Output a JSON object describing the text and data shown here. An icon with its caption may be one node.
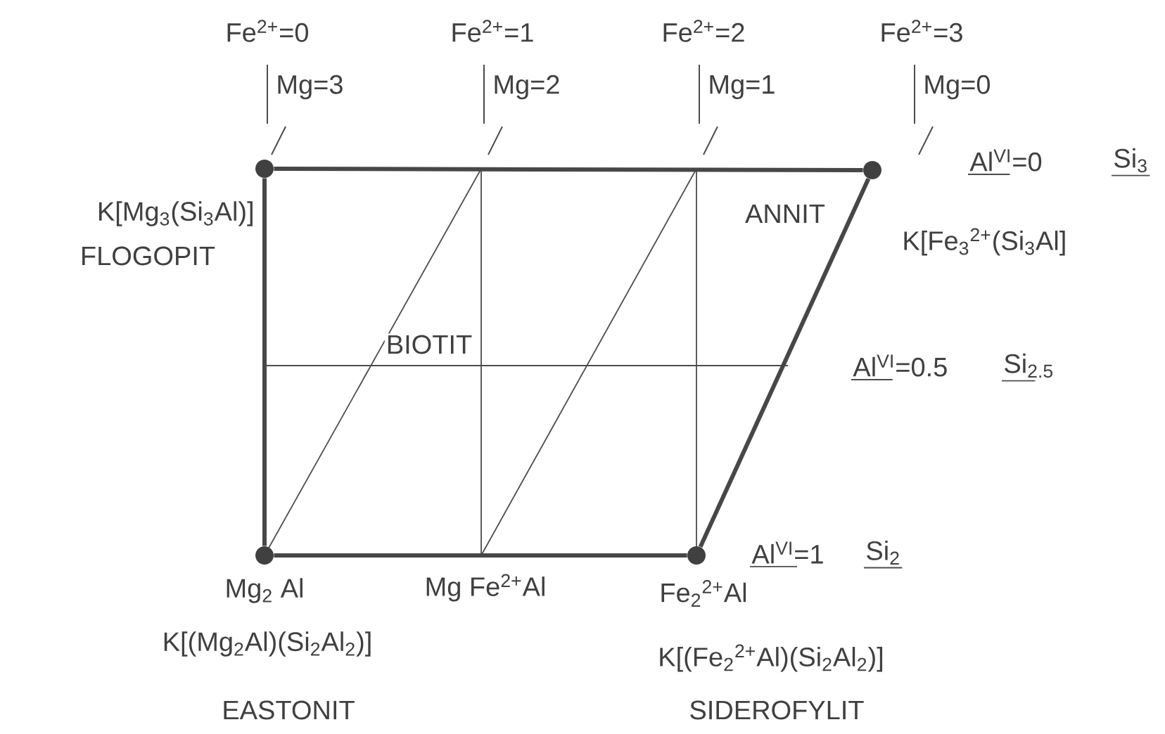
{
  "diagram": {
    "nodes": [
      {
        "text": [],
        "shape": "circle",
        "beside": [
          "K[Mg$_{3}$(Si$_{3}$Al)]",
          "FLOGOPIT"
        ]
      },
      {
        "text": [],
        "shape": "circle",
        "beside": [
          "ANNIT",
          "K[Fe$_{3}$$^{2+}$(Si$_{3}$Al]"
        ]
      },
      {
        "text": [],
        "shape": "circle",
        "beside": [
          "Mg$_{2}$ Al",
          "K[(Mg$_{2}$Al)(Si$_{2}$Al$_{2}$)]",
          "EASTONIT"
        ]
      },
      {
        "text": [],
        "shape": "circle",
        "beside": [
          "Fe$_{2}$$^{2+}$Al",
          "K[(Fe$_{2}$$^{2+}$Al)(Si$_{2}$Al$_{2}$)]",
          "SIDEROFYLIT"
        ]
      }
    ],
    "edges": [
      {
        "from": 0,
        "to": 1,
        "arrow": "none"
      },
      {
        "from": 0,
        "to": 2,
        "arrow": "none"
      },
      {
        "from": 2,
        "to": 3,
        "arrow": "none"
      },
      {
        "from": 3,
        "to": 1,
        "arrow": "none"
      }
    ],
    "labels": [
      "Fe$^{2+}$=0",
      "Fe$^{2+}$=1",
      "Fe$^{2+}$=2",
      "Fe$^{2+}$=3",
      "Mg=3",
      "Mg=2",
      "Mg=1",
      "Mg=0",
      "Al$^{VI}$=0",
      "Si$_{3}$",
      "BIOTIT",
      "Al$^{VI}$=0.5",
      "Si$_{2.5}$",
      "Al$^{VI}$=1",
      "Si$_{2}$",
      "Mg Fe$^{2+}$Al"
    ]
  }
}
